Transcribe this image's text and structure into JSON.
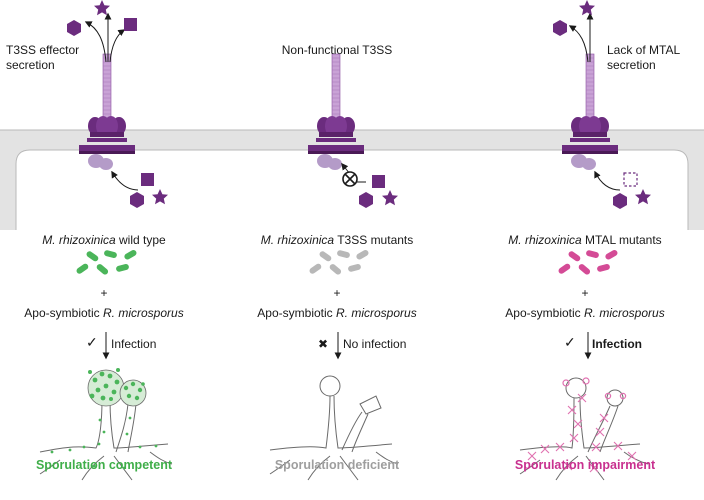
{
  "colors": {
    "t3ss_purple": "#6b2c7e",
    "t3ss_light": "#c9a2d6",
    "t3ss_lavender": "#b49bc8",
    "membrane_gray": "#e3e3e3",
    "wild_type_green": "#4bb55a",
    "mutant_gray": "#b8b8b8",
    "mtal_pink": "#d44b96",
    "competent_green": "#3fae49",
    "deficient_gray": "#9e9e9e",
    "impairment_magenta": "#c8308f"
  },
  "top_labels": {
    "left_line1": "T3SS effector",
    "left_line2": "secretion",
    "middle": "Non-functional T3SS",
    "right_line1": "Lack of MTAL",
    "right_line2": "secretion"
  },
  "columns": [
    {
      "strain_italic": "M. rhizoxinica",
      "strain_rest": " wild type",
      "plus": "+",
      "host_plain": "Apo-symbiotic ",
      "host_italic": "R. microsporus",
      "mark": "✓",
      "arrow_label": "Infection",
      "result": "Sporulation competent"
    },
    {
      "strain_italic": "M. rhizoxinica",
      "strain_rest": " T3SS mutants",
      "plus": "+",
      "host_plain": "Apo-symbiotic ",
      "host_italic": "R. microsporus",
      "mark": "✖",
      "arrow_label": "No infection",
      "result": "Sporulation deficient"
    },
    {
      "strain_italic": "M. rhizoxinica",
      "strain_rest": " MTAL mutants",
      "plus": "+",
      "host_plain": "Apo-symbiotic ",
      "host_italic": "R. microsporus",
      "mark": "✓",
      "arrow_label": "Infection",
      "result": "Sporulation impairment"
    }
  ]
}
